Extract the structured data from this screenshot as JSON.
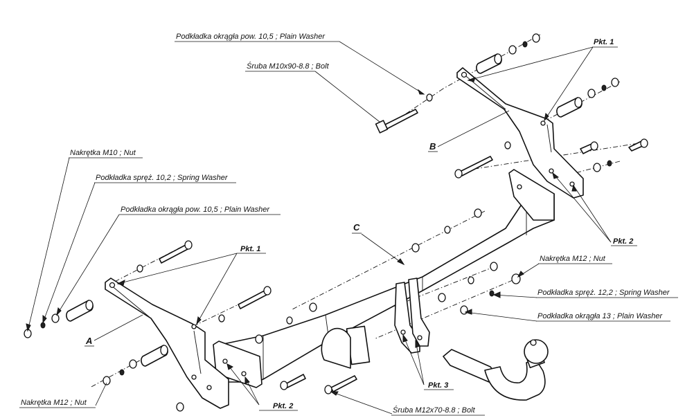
{
  "labels": {
    "plain_washer_10_5_top": "Podkładka okrągła pow. 10,5 ; Plain Washer",
    "bolt_m10": "Śruba M10x90-8.8 ;  Bolt",
    "nut_m10": "Nakrętka  M10 ; Nut",
    "spring_washer_10_2": "Podkładka spręż. 10,2 ; Spring Washer",
    "plain_washer_10_5_left": "Podkładka okrągła pow. 10,5 ; Plain Washer",
    "nut_m12_right": "Nakrętka  M12 ; Nut",
    "spring_washer_12_2": "Podkładka spręż. 12,2 ; Spring Washer",
    "plain_washer_13": "Podkładka okrągła 13 ; Plain Washer",
    "nut_m12_left": "Nakrętka  M12 ; Nut",
    "bolt_m12": "Śruba M12x70-8.8 ;  Bolt"
  },
  "parts": {
    "a": "A",
    "b": "B",
    "c": "C"
  },
  "points": {
    "pkt1_top": "Pkt. 1",
    "pkt1_left": "Pkt. 1",
    "pkt2_right": "Pkt. 2",
    "pkt2_bottom": "Pkt. 2",
    "pkt3": "Pkt. 3"
  }
}
